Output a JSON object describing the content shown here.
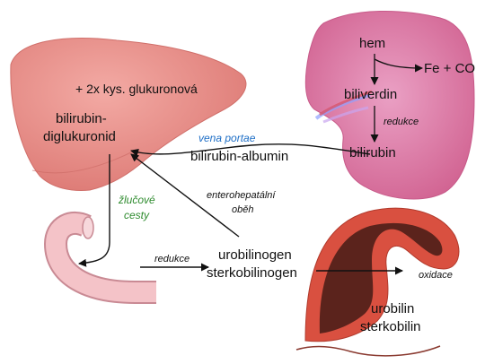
{
  "colors": {
    "liver": "#e98b86",
    "liver_shade": "#d9716d",
    "spleen": "#da6f9f",
    "spleen_light": "#e99bc0",
    "intestine": "#d95040",
    "intestine_inner": "#5b231c",
    "duodenum": "#f4c3c8",
    "arrow": "#111111",
    "vena_portae": "#1f6fc6",
    "zlucove_cesty": "#2e8b2e"
  },
  "labels": {
    "hem": "hem",
    "fe_co": "Fe + CO",
    "biliverdin": "biliverdin",
    "redukce_spleen": "redukce",
    "bilirubin": "bilirubin",
    "kys_glukuronova": "+ 2x kys. glukuronová",
    "bilirubin_diglukuronid_1": "bilirubin-",
    "bilirubin_diglukuronid_2": "diglukuronid",
    "vena_portae": "vena portae",
    "bilirubin_albumin": "bilirubin-albumin",
    "zlucove_cesty_1": "žlučové",
    "zlucove_cesty_2": "cesty",
    "enterohepatalni_1": "enterohepatální",
    "enterohepatalni_2": "oběh",
    "redukce_intestine": "redukce",
    "urobilinogen": "urobilinogen",
    "sterkobilinogen": "sterkobilinogen",
    "oxidace": "oxidace",
    "urobilin": "urobilin",
    "sterkobilin": "sterkobilin"
  }
}
